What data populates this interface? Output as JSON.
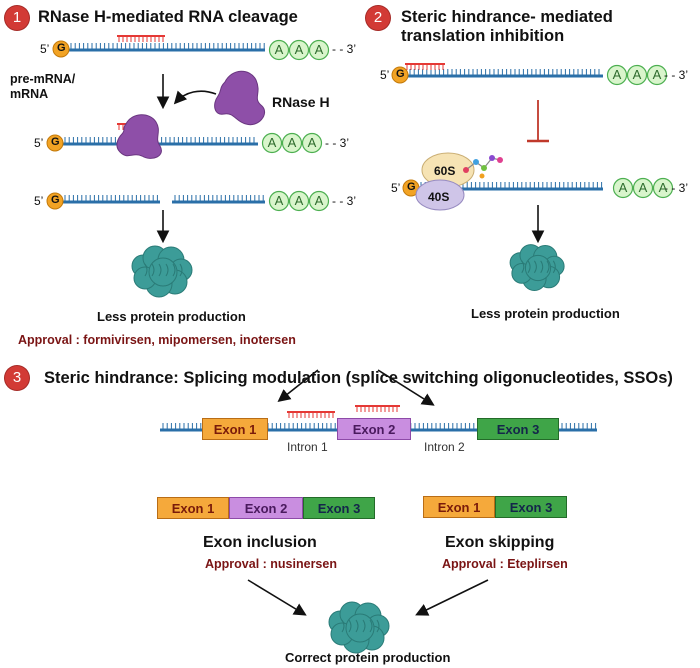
{
  "panel1": {
    "number": "1",
    "title": "RNase H-mediated RNA cleavage",
    "five_prime": "5’",
    "three_prime": "- - 3’",
    "cap": "G",
    "polyA": [
      "A",
      "A",
      "A"
    ],
    "premrna_label_line1": "pre-mRNA/",
    "premrna_label_line2": "mRNA",
    "enzyme_label": "RNase H",
    "result": "Less protein production",
    "approval": "Approval : formivirsen, mipomersen, inotersen"
  },
  "panel2": {
    "number": "2",
    "title_line1": "Steric hindrance- mediated",
    "title_line2": "translation inhibition",
    "five_prime": "5’",
    "three_prime": "- - 3’",
    "cap": "G",
    "polyA": [
      "A",
      "A",
      "A"
    ],
    "ribosome_large": "60S",
    "ribosome_small": "40S",
    "result": "Less protein production"
  },
  "panel3": {
    "number": "3",
    "title": "Steric hindrance: Splicing modulation (splice switching oligonucleotides, SSOs)",
    "exon1": "Exon 1",
    "exon2": "Exon 2",
    "exon3": "Exon 3",
    "intron1": "Intron 1",
    "intron2": "Intron 2",
    "inclusion_title": "Exon inclusion",
    "inclusion_approval": "Approval : nusinersen",
    "skipping_title": "Exon skipping",
    "skipping_approval": "Approval : Eteplirsen",
    "result": "Correct protein production"
  },
  "colors": {
    "strand": "#2a6fa8",
    "oligo": "#e53935",
    "cap": "#f2a324",
    "polyA_fill": "#d9f5cc",
    "polyA_stroke": "#4caf50",
    "rnaseh": "#8e4fa8",
    "protein": "#3c9c98",
    "badge": "#d23a35",
    "approval_text": "#7a1414"
  }
}
